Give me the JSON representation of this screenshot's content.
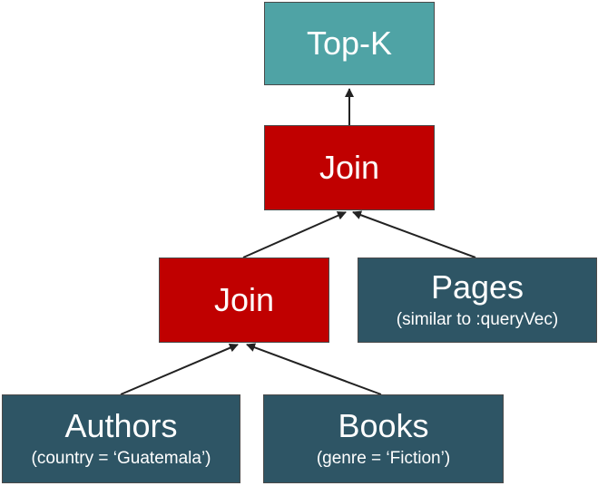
{
  "colors": {
    "topk": "#4fa3a5",
    "join": "#c00000",
    "scan": "#2e5565",
    "edge": "#222222"
  },
  "nodes": {
    "topk": {
      "title": "Top-K"
    },
    "join_top": {
      "title": "Join"
    },
    "join_bottom": {
      "title": "Join"
    },
    "pages": {
      "title": "Pages",
      "predicate": "(similar to :queryVec)"
    },
    "authors": {
      "title": "Authors",
      "predicate": "(country = ‘Guatemala’)"
    },
    "books": {
      "title": "Books",
      "predicate": "(genre = ‘Fiction’)"
    }
  }
}
